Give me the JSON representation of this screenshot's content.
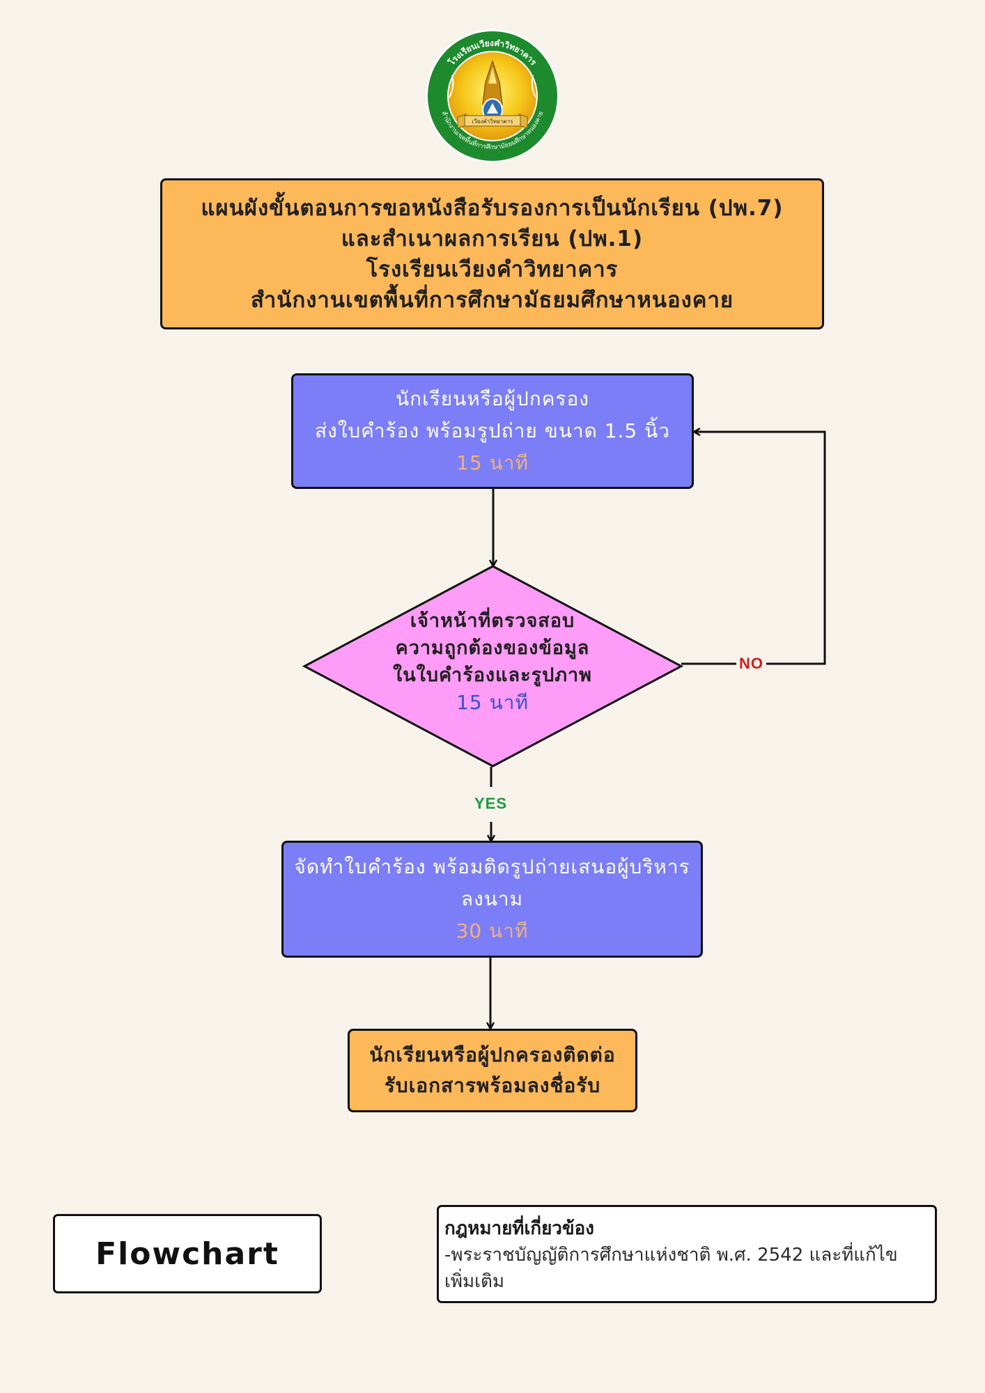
{
  "logo": {
    "top_text": "โรงเรียนเวียงคำวิทยาคาร",
    "bottom_text": "สำนักงานเขตพื้นที่การศึกษามัธยมศึกษาหนองคาย",
    "ribbon_text": "เวียงคำวิทยาคาร"
  },
  "title": {
    "line1": "แผนผังขั้นตอนการขอหนังสือรับรองการเป็นนักเรียน (ปพ.7)",
    "line2": "และสำเนาผลการเรียน (ปพ.1)",
    "line3": "โรงเรียนเวียงคำวิทยาคาร",
    "line4": "สำนักงานเขตพื้นที่การศึกษามัธยมศึกษาหนองคาย"
  },
  "step1": {
    "line1": "นักเรียนหรือผู้ปกครอง",
    "line2": "ส่งใบคำร้อง พร้อมรูปถ่าย ขนาด 1.5 นิ้ว",
    "time": "15 นาที"
  },
  "decision": {
    "line1": "เจ้าหน้าที่ตรวจสอบ",
    "line2": "ความถูกต้องของข้อมูล",
    "line3": "ในใบคำร้องและรูปภาพ",
    "time": "15 นาที",
    "no_label": "NO",
    "yes_label": "YES"
  },
  "step2": {
    "line1": "จัดทำใบคำร้อง พร้อมติดรูปถ่ายเสนอผู้บริหาร",
    "line2": "ลงนาม",
    "time": "30 นาที"
  },
  "step3": {
    "line1": "นักเรียนหรือผู้ปกครองติดต่อ",
    "line2": "รับเอกสารพร้อมลงชื่อรับ"
  },
  "footer": {
    "flowchart_label": "Flowchart",
    "law_title": "กฎหมายที่เกี่ยวข้อง",
    "law_line1": "-พระราชบัญญัติการศึกษาแห่งชาติ พ.ศ. 2542 และที่แก้ไข",
    "law_line2": "เพิ่มเติม"
  },
  "colors": {
    "background": "#f7f3ea",
    "orange_box": "#fdb85a",
    "blue_box": "#7b7ef6",
    "diamond": "#ff9cf7",
    "no_label": "#d11c1c",
    "yes_label": "#1a9a3c",
    "logo_green": "#1e8a2e",
    "logo_yellow": "#f6c81a"
  }
}
